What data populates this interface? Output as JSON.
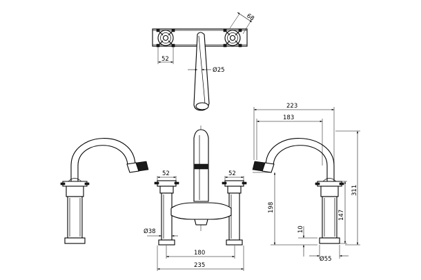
{
  "diagram": {
    "dimensions": {
      "top_handle_diameter": "68",
      "top_handle_spacing": "52",
      "top_spout_diameter": "Ø25",
      "front_left_handle": "52",
      "front_right_handle": "52",
      "base_diameter": "Ø38",
      "centre_distance": "180",
      "overall_width": "235",
      "spout_reach_outer": "223",
      "spout_reach_inner": "183",
      "spout_height": "198",
      "overall_height": "311",
      "body_height": "147",
      "deck_clearance": "10",
      "foot_diameter": "Ø55"
    }
  }
}
